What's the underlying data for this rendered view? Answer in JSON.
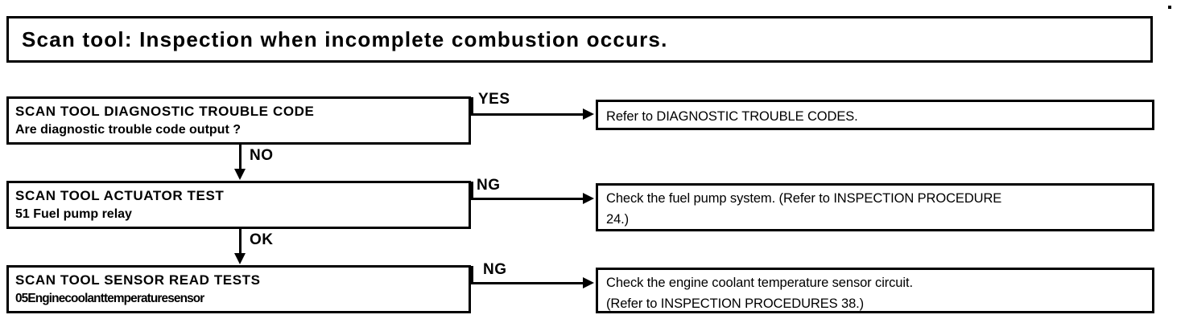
{
  "page": {
    "title_banner": "Scan tool: Inspection when incomplete combustion occurs.",
    "background_color": "#ffffff",
    "ink_color": "#000000"
  },
  "flowchart": {
    "steps": [
      {
        "id": "step-1",
        "heading": "SCAN TOOL DIAGNOSTIC TROUBLE CODE",
        "detail": "Are diagnostic trouble code output ?",
        "branch_label": "YES",
        "result_lines": [
          "Refer  to  DIAGNOSTIC TROUBLE CODES."
        ],
        "next_label": "NO"
      },
      {
        "id": "step-2",
        "heading": "SCAN TOOL ACTUATOR TEST",
        "detail": "51  Fuel pump relay",
        "branch_label": "NG",
        "result_lines": [
          "Check the fuel pump system. (Refer to  INSPECTION PROCEDURE",
          "24.)"
        ],
        "next_label": "OK"
      },
      {
        "id": "step-3",
        "heading": "SCAN TOOL SENSOR READ TESTS",
        "detail": "05Enginecoolanttemperaturesensor",
        "branch_label": "NG",
        "result_lines": [
          "Check the engine coolant temperature sensor circuit.",
          "(Refer to  INSPECTION PROCEDURES 38.)"
        ],
        "next_label": ""
      }
    ]
  }
}
